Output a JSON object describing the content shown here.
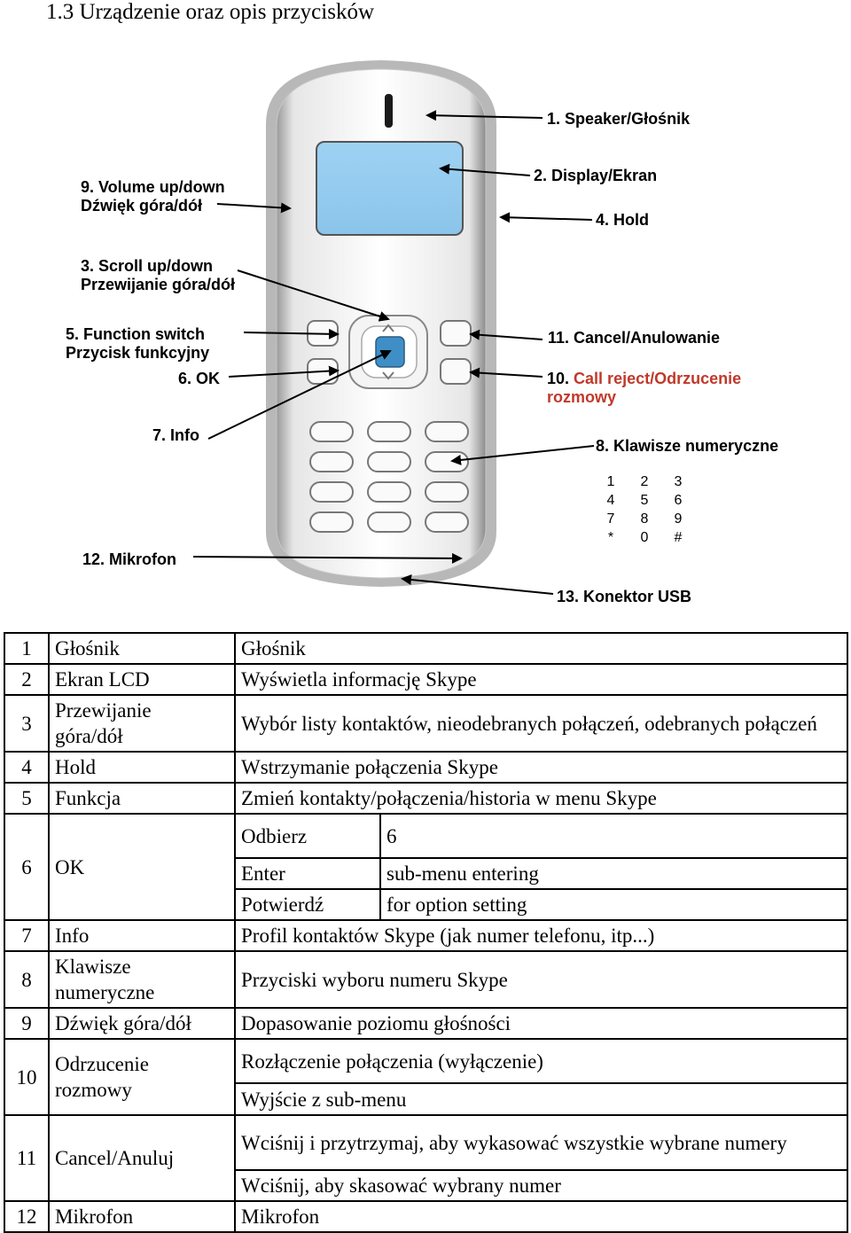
{
  "title": "1.3 Urządzenie oraz opis przycisków",
  "diagram_labels": {
    "speaker": "1. Speaker/Głośnik",
    "display": "2. Display/Ekran",
    "hold": "4. Hold",
    "volume_line1": "9. Volume up/down",
    "volume_line2": "Dźwięk góra/dół",
    "scroll_line1": "3. Scroll up/down",
    "scroll_line2": "Przewijanie góra/dół",
    "function_line1": "5. Function switch",
    "function_line2": "Przycisk funkcyjny",
    "ok": "6. OK",
    "info": "7. Info",
    "mikrofon": "12. Mikrofon",
    "cancel": "11. Cancel/Anulowanie",
    "reject_num": "10.",
    "reject_line1": "Call reject/Odrzucenie",
    "reject_line2": "rozmowy",
    "keys": "8. Klawisze numeryczne",
    "keypad_rows": [
      [
        "1",
        "2",
        "3"
      ],
      [
        "4",
        "5",
        "6"
      ],
      [
        "7",
        "8",
        "9"
      ],
      [
        "*",
        "0",
        "#"
      ]
    ],
    "usb": "13. Konektor USB"
  },
  "table": {
    "r1": {
      "num": "1",
      "name": "Głośnik",
      "desc": "Głośnik"
    },
    "r2": {
      "num": "2",
      "name": "Ekran LCD",
      "desc": "Wyświetla informację Skype"
    },
    "r3": {
      "num": "3",
      "name_line1": "Przewijanie",
      "name_line2": "góra/dół",
      "desc": "Wybór listy kontaktów, nieodebranych połączeń, odebranych połączeń"
    },
    "r4": {
      "num": "4",
      "name": "Hold",
      "desc": "Wstrzymanie połączenia Skype"
    },
    "r5": {
      "num": "5",
      "name": "Funkcja",
      "desc": "Zmień kontakty/połączenia/historia w menu Skype"
    },
    "r6": {
      "num": "6",
      "name": "OK",
      "sub": [
        {
          "a": "Odbierz",
          "b": "6"
        },
        {
          "a": "Enter",
          "b": "sub-menu entering"
        },
        {
          "a": "Potwierdź",
          "b": "for option setting"
        }
      ]
    },
    "r7": {
      "num": "7",
      "name": "Info",
      "desc": "Profil kontaktów Skype (jak numer telefonu, itp...)"
    },
    "r8": {
      "num": "8",
      "name_line1": "Klawisze",
      "name_line2": "numeryczne",
      "desc": "Przyciski wyboru numeru Skype"
    },
    "r9": {
      "num": "9",
      "name": "Dźwięk góra/dół",
      "desc": "Dopasowanie poziomu głośności"
    },
    "r10": {
      "num": "10",
      "name_line1": "Odrzucenie",
      "name_line2": "rozmowy",
      "desc1": "Rozłączenie połączenia (wyłączenie)",
      "desc2": "Wyjście z sub-menu"
    },
    "r11": {
      "num": "11",
      "name": "Cancel/Anuluj",
      "desc1": "Wciśnij i przytrzymaj, aby wykasować wszystkie wybrane numery",
      "desc2": "Wciśnij, aby skasować wybrany numer"
    },
    "r12": {
      "num": "12",
      "name": "Mikrofon",
      "desc": "Mikrofon"
    }
  }
}
